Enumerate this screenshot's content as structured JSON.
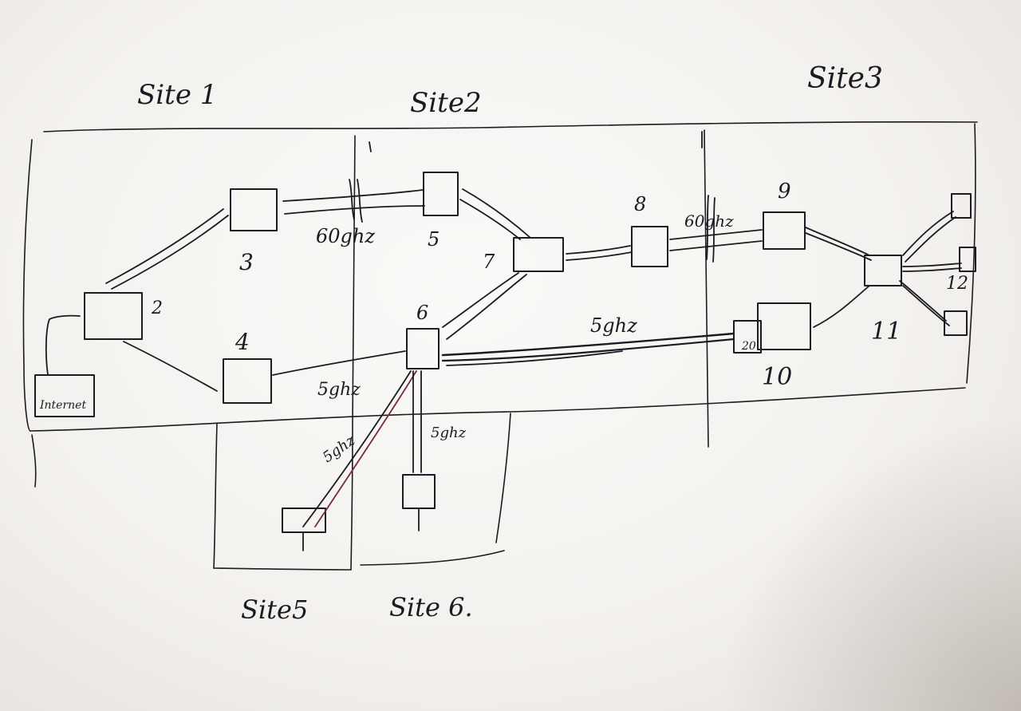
{
  "diagram": {
    "site_labels": {
      "site1": "Site 1",
      "site2": "Site2",
      "site3": "Site3",
      "site5": "Site5",
      "site6": "Site 6."
    },
    "node_labels": {
      "n2": "2",
      "n3": "3",
      "n4": "4",
      "n5": "5",
      "n6": "6",
      "n7": "7",
      "n8": "8",
      "n9": "9",
      "n10": "10",
      "n11": "11",
      "n12": "12"
    },
    "internet_label": "Internet",
    "link_labels": {
      "l3_5": "60ghz",
      "l8_9": "60ghz",
      "l6_10": "5ghz",
      "l4_6": "5ghz",
      "l6_s5": "5ghz",
      "l6_s6": "5ghz",
      "l10_small": "20"
    },
    "colors": {
      "ink": "#1c1a22",
      "paper": "#f6f4f1",
      "red_ink": "#7a2a3a"
    }
  }
}
